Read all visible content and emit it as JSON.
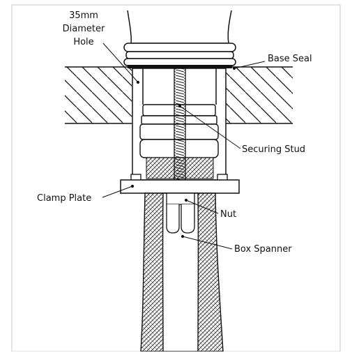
{
  "labels": {
    "hole_line1": "35mm",
    "hole_line2": "Diameter",
    "hole_line3": "Hole",
    "base_seal": "Base Seal",
    "securing_stud": "Securing Stud",
    "clamp_plate": "Clamp Plate",
    "nut": "Nut",
    "box_spanner": "Box Spanner"
  }
}
